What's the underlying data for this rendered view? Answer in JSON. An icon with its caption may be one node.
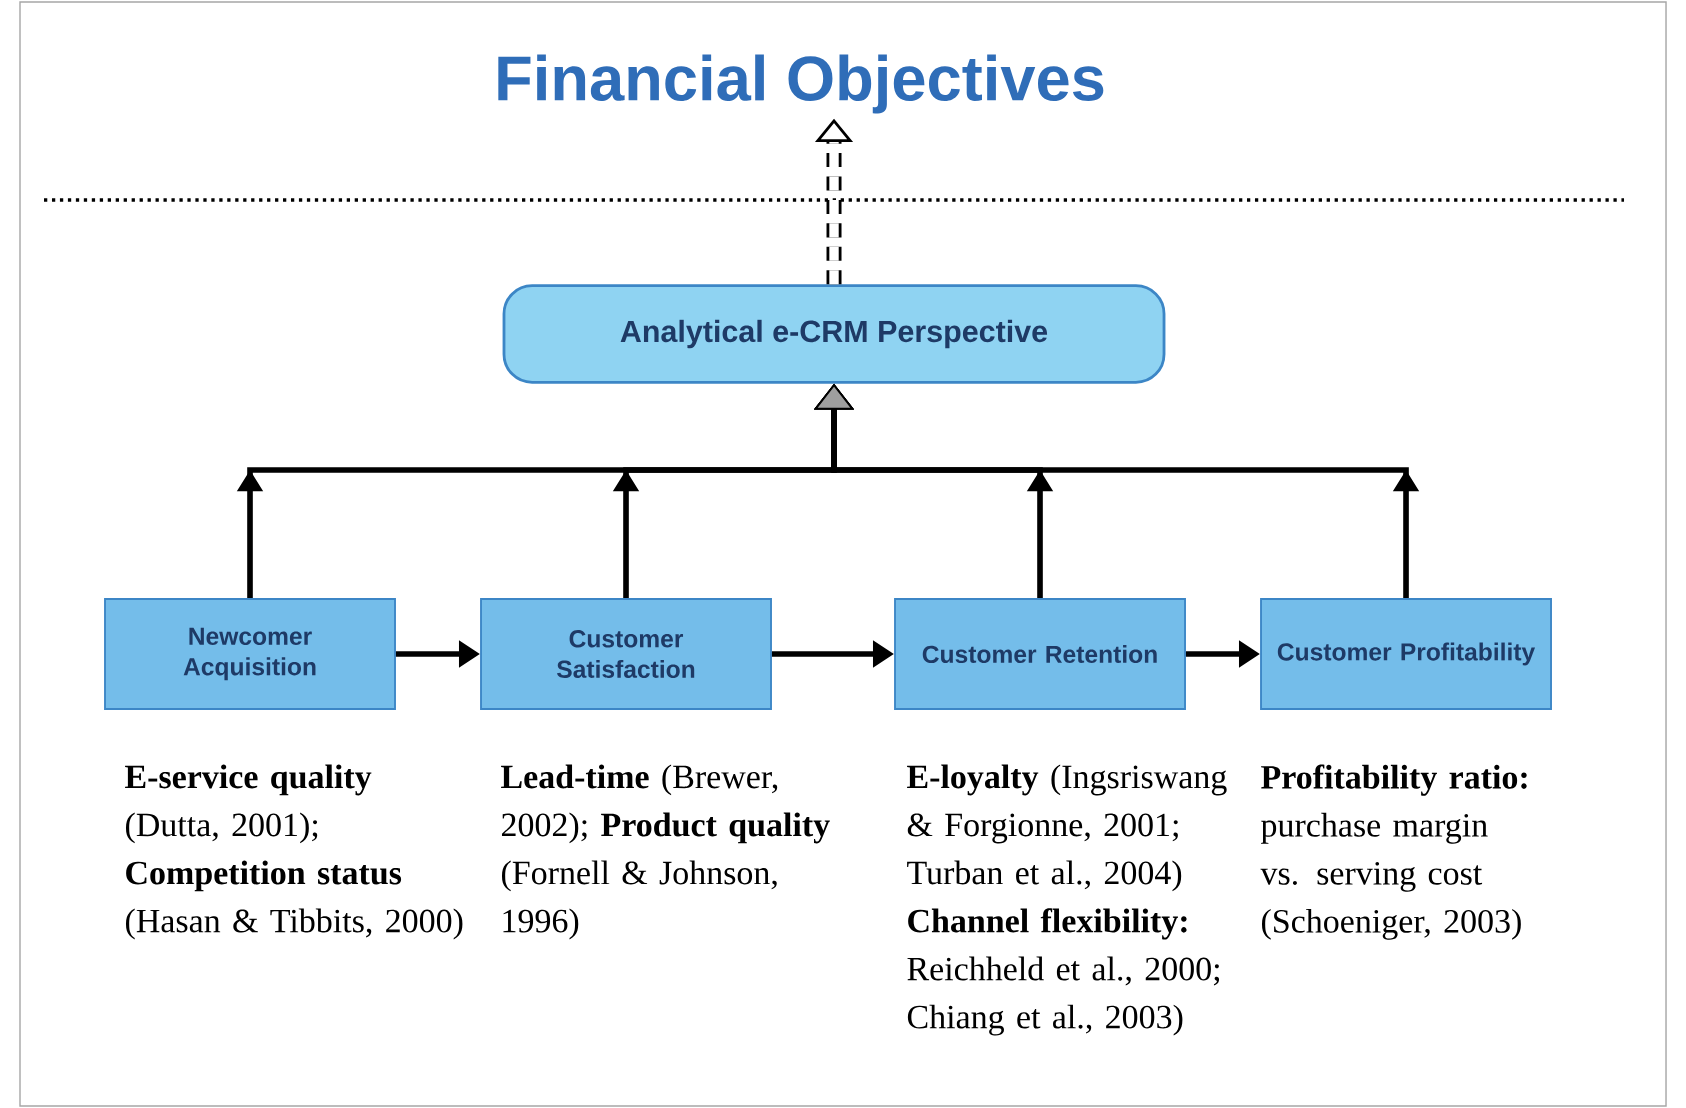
{
  "diagram": {
    "nodes": [
      {
        "text": [
          "Financial Objectives"
        ]
      },
      {
        "text": [
          "Analytical e-CRM Perspective"
        ]
      },
      {
        "text": [
          "Newcomer Acquisition"
        ],
        "beside": [
          "**E-service quality** (Dutta, 2001); **Competition status** (Hasan & Tibbits, 2000)"
        ]
      },
      {
        "text": [
          "Customer Satisfaction"
        ],
        "beside": [
          "**Lead-time** (Brewer, 2002); **Product quality** (Fornell & Johnson, 1996)"
        ]
      },
      {
        "text": [
          "Customer Retention"
        ],
        "beside": [
          "**E-loyalty** (Ingsriswang & Forgionne, 2001; Turban et al., 2004) **Channel flexibility:** Reichheld et al., 2000; Chiang et al., 2003)"
        ]
      },
      {
        "text": [
          "Customer Profitability"
        ],
        "beside": [
          "**Profitability ratio:** purchase margin vs. serving cost (Schoeniger, 2003)"
        ]
      }
    ],
    "edges": [
      {
        "from": 2,
        "to": 3,
        "arrow": "to"
      },
      {
        "from": 3,
        "to": 4,
        "arrow": "to"
      },
      {
        "from": 4,
        "to": 5,
        "arrow": "to"
      },
      {
        "from": 2,
        "to": 1,
        "arrow": "to"
      },
      {
        "from": 3,
        "to": 1,
        "arrow": "to"
      },
      {
        "from": 4,
        "to": 1,
        "arrow": "to"
      },
      {
        "from": 5,
        "to": 1,
        "arrow": "to"
      },
      {
        "from": 1,
        "to": 0,
        "arrow": "to",
        "style": "dashed"
      }
    ]
  }
}
